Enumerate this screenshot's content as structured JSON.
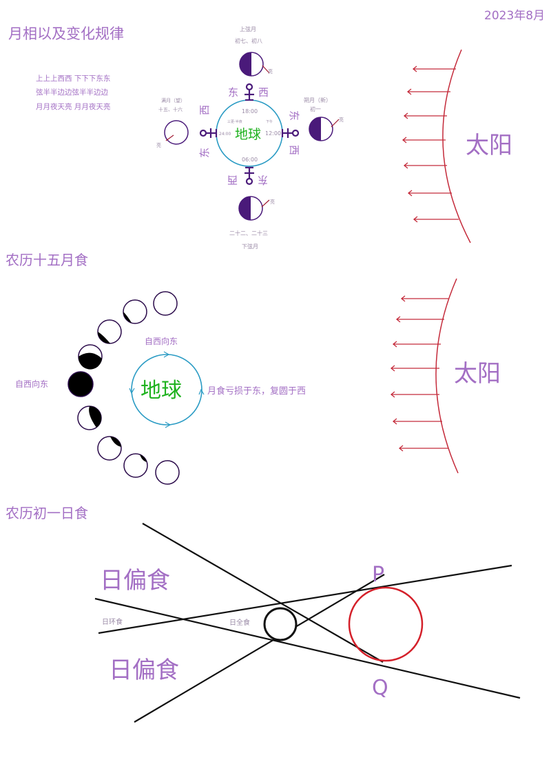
{
  "header": {
    "date": "2023年8月"
  },
  "section1": {
    "title": "月相以及变化规律",
    "rules": [
      "上上上西西 下下下东东",
      "弦半半边边弦半半边边",
      "月月夜天亮 月月夜天亮"
    ],
    "earth_label": "地球",
    "times": {
      "t1800": "18:00",
      "t1200": "12:00",
      "t0600": "06:00",
      "t2400": "24:00",
      "left_small": "三更·半夜",
      "right_small": "下午"
    },
    "moon_top": {
      "label": "上弦月",
      "days": "初七、初八"
    },
    "moon_right": {
      "label": "朔月（新）",
      "days": "初一"
    },
    "moon_left": {
      "label": "满月（望）",
      "days": "十五、十六"
    },
    "moon_bottom": {
      "label": "下弦月",
      "days": "二十二、二十三"
    },
    "bright": "亮",
    "dir": {
      "east": "东",
      "west": "西"
    },
    "sun": "太阳"
  },
  "section2": {
    "title": "农历十五月食",
    "earth_label": "地球",
    "motion_left": "自西向东",
    "motion_top": "自西向东",
    "rule": "月食亏损于东，复圆于西",
    "sun": "太阳"
  },
  "section3": {
    "title": "农历初一日食",
    "partial_top": "日偏食",
    "partial_bottom": "日偏食",
    "annular": "日环食",
    "total": "日全食",
    "point_p": "P",
    "point_q": "Q"
  },
  "colors": {
    "ink_purple": "#a36fc4",
    "moon_dark": "#4a1a7a",
    "earth_circle": "#2a9bc4",
    "earth_text": "#1fb21f",
    "sun_rays": "#c42a3a",
    "sun_circle": "#d4202a",
    "connector": "#a01830",
    "line_black": "#111111"
  }
}
